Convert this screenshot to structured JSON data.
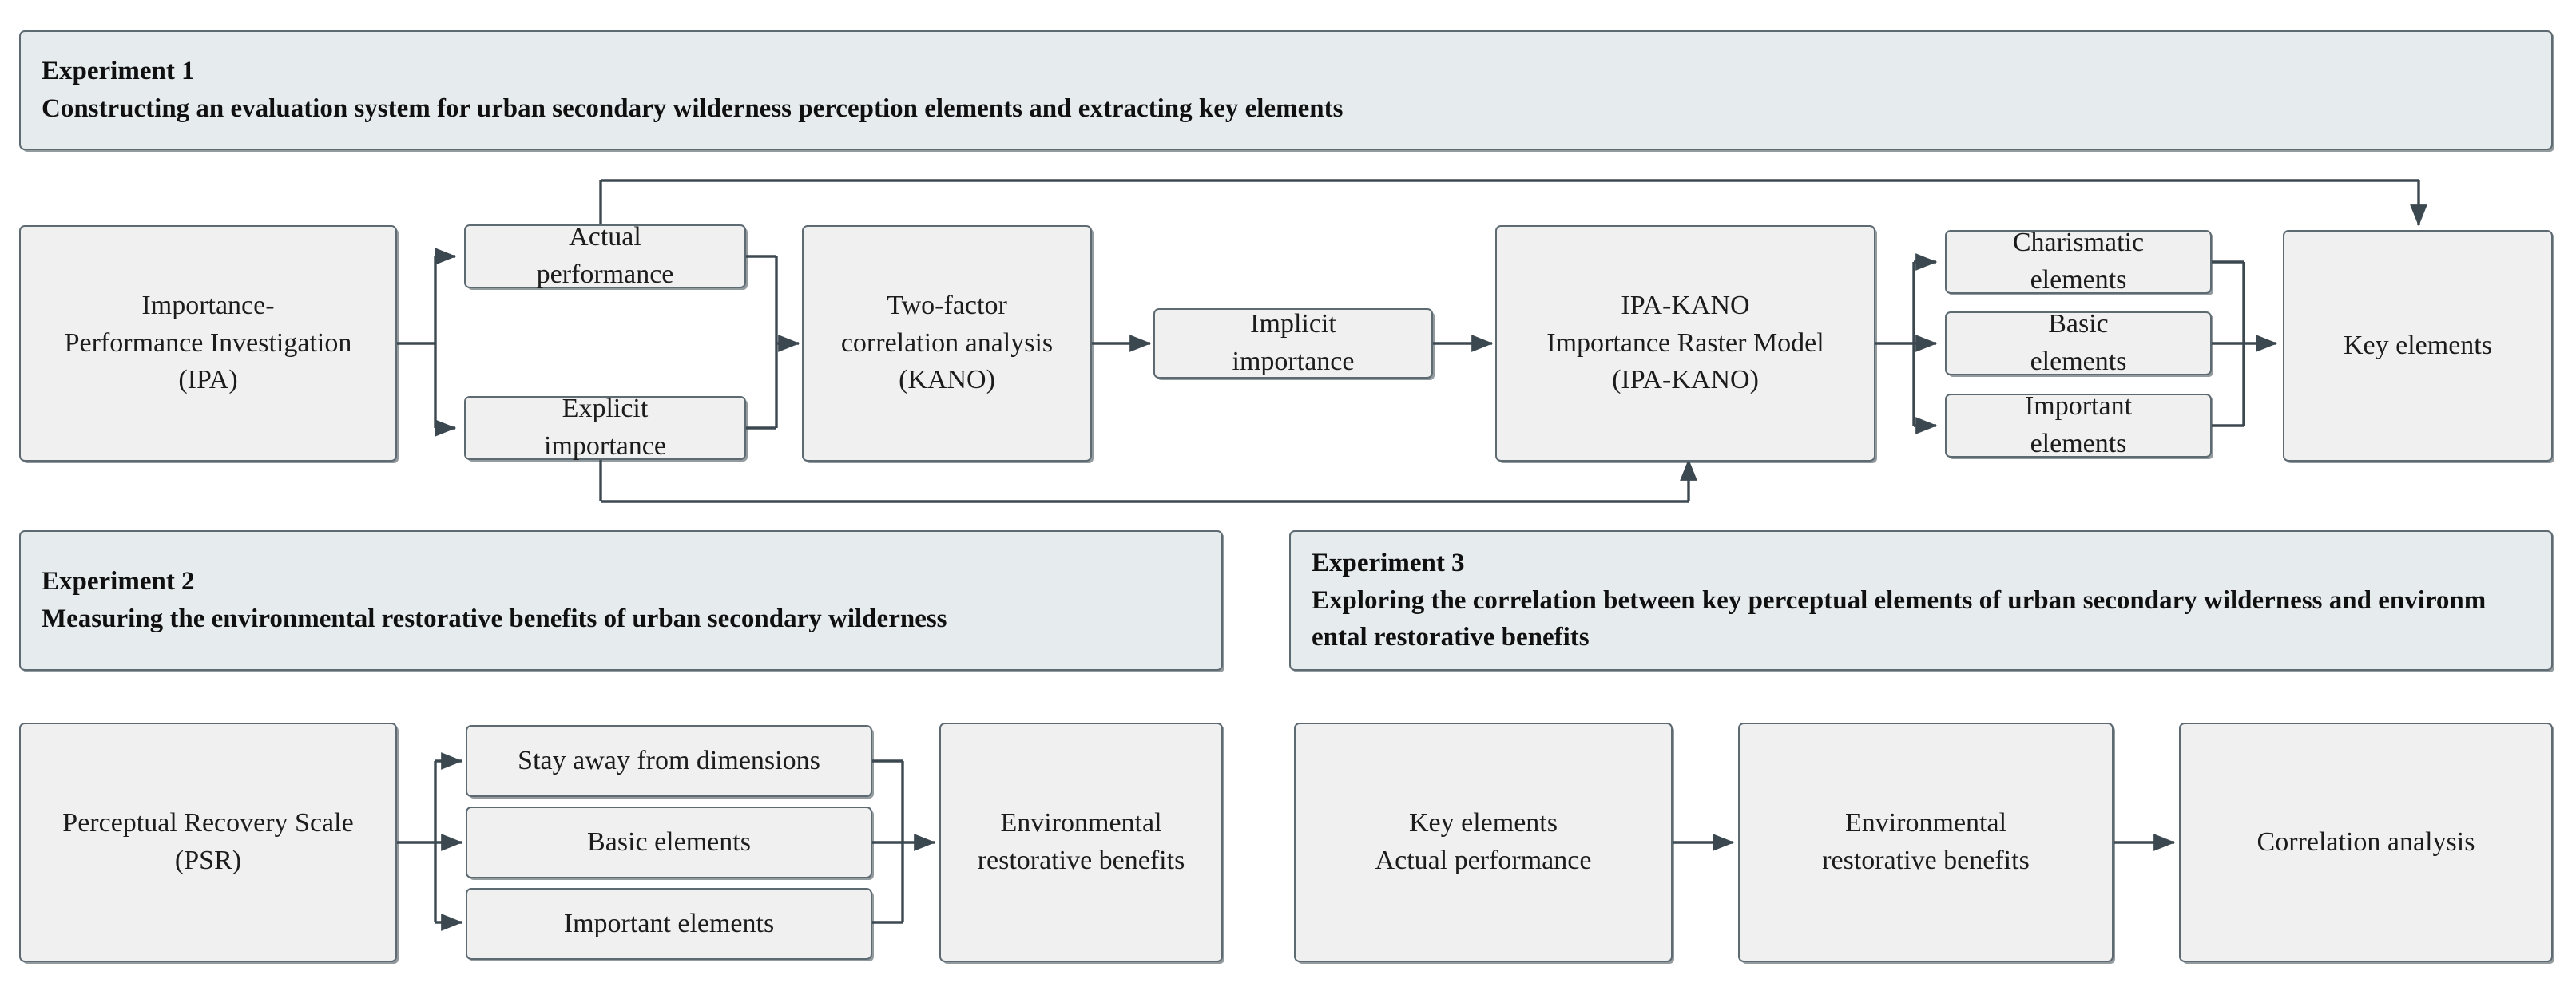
{
  "figure": {
    "title": "Research framework: urban secondary wilderness perception elements and environmental restorative benefits",
    "accent_border": "#5d6a72",
    "node_fill": "#f0f0f0",
    "banner_fill": "#e6ebee",
    "connector_color": "#3c4850"
  },
  "banners": [
    {
      "id": "experiment-1",
      "title": "Experiment 1",
      "subtitle": "Constructing an evaluation system for urban secondary wilderness perception elements and extracting key elements"
    },
    {
      "id": "experiment-2",
      "title": "Experiment 2",
      "subtitle": "Measuring the environmental restorative benefits of urban secondary wilderness"
    },
    {
      "id": "experiment-3",
      "title": "Experiment 3",
      "subtitle": "Exploring the correlation between key perceptual elements of urban secondary wilderness and environm\nental restorative benefits"
    }
  ],
  "experiment1": {
    "ipa": "Importance-\nPerformance Investigation\n(IPA)",
    "actual_performance": "Actual\nperformance",
    "explicit_importance": "Explicit\nimportance",
    "kano": "Two-factor\ncorrelation analysis\n(KANO)",
    "implicit_importance": "Implicit\nimportance",
    "ipa_kano": "IPA-KANO\nImportance Raster Model\n(IPA-KANO)",
    "charismatic_elements": "Charismatic\nelements",
    "basic_elements": "Basic\nelements",
    "important_elements": "Important\nelements",
    "key_elements": "Key elements"
  },
  "experiment2": {
    "psr": "Perceptual Recovery Scale\n(PSR)",
    "stay_away": "Stay away from dimensions",
    "basic_elements": "Basic elements",
    "important_elements": "Important  elements",
    "environmental_restorative_benefits": "Environmental\nrestorative benefits"
  },
  "experiment3": {
    "key_elements_actual_performance": "Key elements\nActual performance",
    "environmental_restorative_benefits": "Environmental\nrestorative benefits",
    "correlation_analysis": "Correlation analysis"
  }
}
